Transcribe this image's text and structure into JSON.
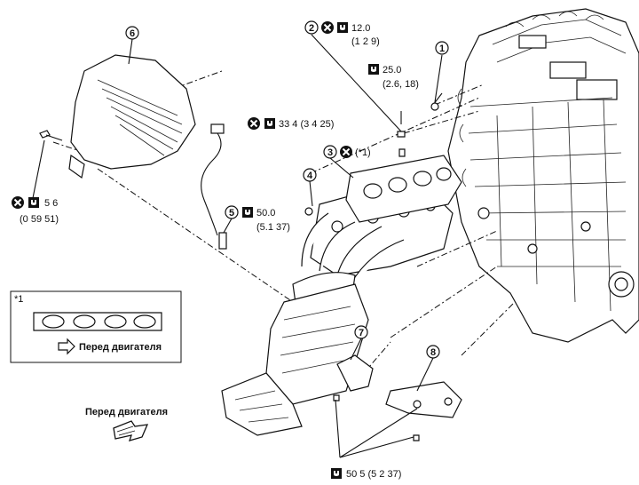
{
  "callouts": {
    "c1": "1",
    "c2": "2",
    "c3": "3",
    "c4": "4",
    "c5": "5",
    "c6": "6",
    "c7": "7",
    "c8": "8"
  },
  "torques": {
    "t2_main": "12.0",
    "t2_sub": "(1 2  9)",
    "t1_main": "25.0",
    "t1_sub": "(2.6, 18)",
    "t4_main": "33 4 (3 4  25)",
    "t3_note": "(*1)",
    "t5_main": "50.0",
    "t5_sub": "(5.1  37)",
    "t6_main": "5 6",
    "t6_sub": "(0 59  51)",
    "t_bottom": "50 5 (5 2  37)"
  },
  "inset": {
    "mark": "*1",
    "caption": "Перед двигателя"
  },
  "front_label": "Перед двигателя",
  "icons": [
    "no-reuse-icon",
    "torque-wrench-icon",
    "direction-arrow-icon"
  ]
}
